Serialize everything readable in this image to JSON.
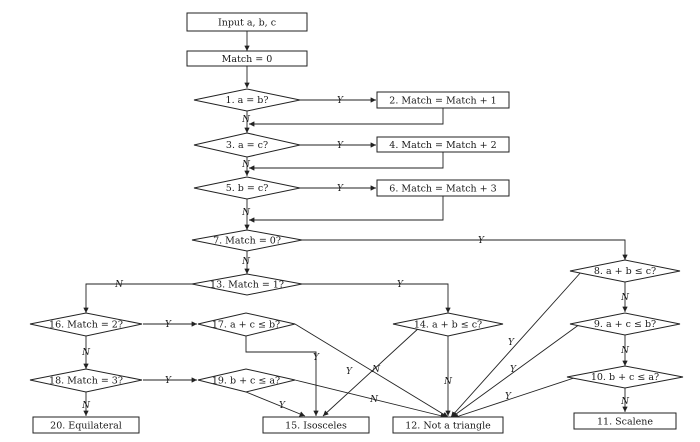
{
  "flowchart": {
    "nodes": {
      "input": "Input a, b, c",
      "match0": "Match = 0",
      "d1": "1. a = b?",
      "p2": "2. Match = Match + 1",
      "d3": "3. a = c?",
      "p4": "4. Match = Match + 2",
      "d5": "5. b = c?",
      "p6": "6. Match = Match + 3",
      "d7": "7. Match = 0?",
      "d8": "8. a + b ≤ c?",
      "d9": "9. a + c ≤ b?",
      "d10": "10. b + c ≤ a?",
      "p11": "11. Scalene",
      "d13": "13. Match = 1?",
      "d14": "14. a + b ≤ c?",
      "d16": "16. Match = 2?",
      "d17": "17. a + c ≤ b?",
      "d18": "18. Match = 3?",
      "d19": "19. b + c ≤ a?",
      "p12": "12. Not a triangle",
      "p15": "15. Isosceles",
      "p20": "20. Equilateral"
    },
    "labels": {
      "yes": "Y",
      "no": "N"
    }
  }
}
